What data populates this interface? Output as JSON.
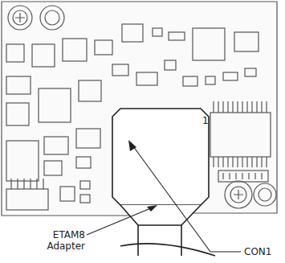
{
  "diagram": {
    "labels": [
      "1",
      "ETAM8 Adapter",
      "CON1"
    ]
  }
}
